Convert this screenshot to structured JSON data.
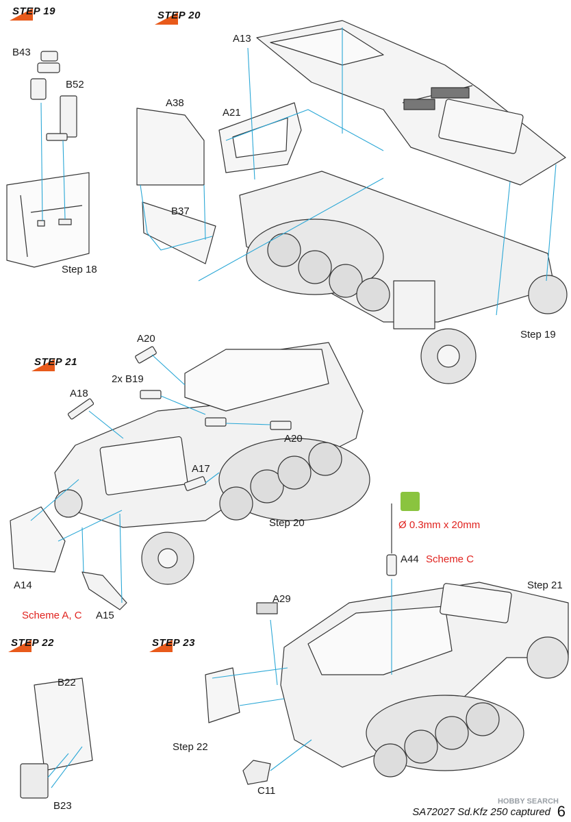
{
  "steps": [
    {
      "id": "19",
      "label": "STEP 19"
    },
    {
      "id": "20",
      "label": "STEP 20"
    },
    {
      "id": "21",
      "label": "STEP 21"
    },
    {
      "id": "22",
      "label": "STEP 22"
    },
    {
      "id": "23",
      "label": "STEP 23"
    }
  ],
  "parts": {
    "b43": "B43",
    "b52": "B52",
    "step18": "Step 18",
    "a13": "A13",
    "a38": "A38",
    "a21": "A21",
    "b37": "B37",
    "step19": "Step 19",
    "a20_top": "A20",
    "b19": "2x B19",
    "a18": "A18",
    "a20_side": "A20",
    "a17": "A17",
    "step20": "Step 20",
    "a14": "A14",
    "scheme_ac": "Scheme A, C",
    "a15": "A15",
    "wire": "Ø 0.3mm x 20mm",
    "a44": "A44",
    "scheme_c": "Scheme C",
    "step21": "Step 21",
    "a29": "A29",
    "b22": "B22",
    "b23": "B23",
    "step22": "Step 22",
    "c11": "C11"
  },
  "footer": {
    "code": "SA72027 Sd.Kfz 250 captured",
    "page": "6",
    "watermark": "HOBBY SEARCH"
  },
  "colors": {
    "accent": "#e85a1b",
    "callout": "#2aa7d6",
    "scheme": "#e0221e",
    "tool": "#8ac43f"
  }
}
